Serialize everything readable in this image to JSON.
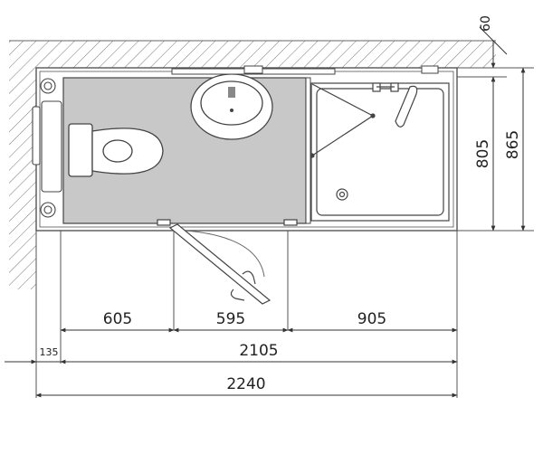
{
  "dimensions": {
    "top_gap": "60",
    "shower_depth": "805",
    "total_depth": "865",
    "wc_width": "605",
    "door_width": "595",
    "shower_width": "905",
    "wall_offset": "135",
    "inner_length": "2105",
    "total_length": "2240"
  },
  "colors": {
    "floor_fill": "#c8c8c8",
    "line": "#444444",
    "background": "#ffffff"
  }
}
